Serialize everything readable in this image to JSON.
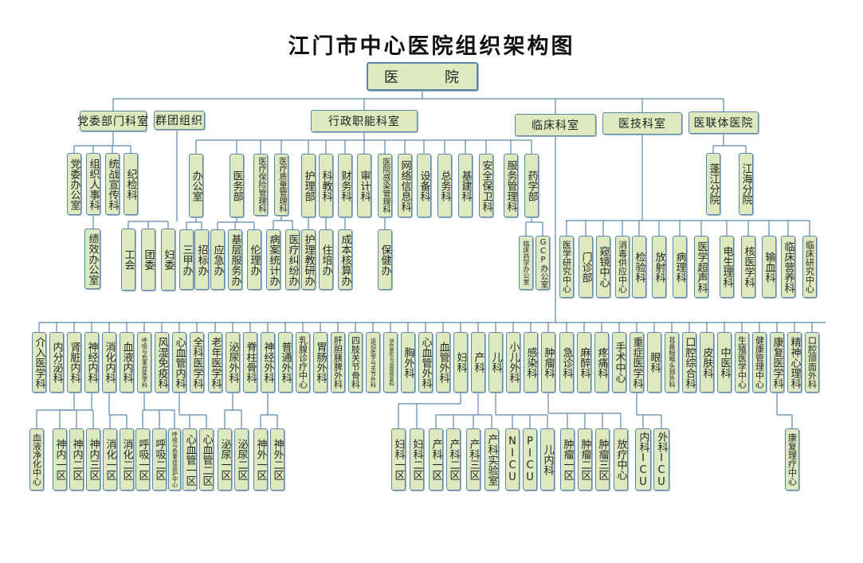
{
  "title": "江门市中心医院组织架构图",
  "root": "医　院",
  "colors": {
    "box_fill": "#dfe9c0",
    "box_border": "#5b87a8",
    "line": "#5b87a8"
  },
  "level1": [
    {
      "key": "party",
      "label": "党委部门科室"
    },
    {
      "key": "mass",
      "label": "群团组织"
    },
    {
      "key": "admin",
      "label": "行政职能科室"
    },
    {
      "key": "clin",
      "label": "临床科室"
    },
    {
      "key": "tech",
      "label": "医技科室"
    },
    {
      "key": "union",
      "label": "医联体医院"
    }
  ],
  "party": [
    "党委办公室",
    "组织人事科",
    "统战宣传科",
    "纪检科"
  ],
  "party_sub": [
    "绩效办公室"
  ],
  "mass": [
    "工会",
    "团委",
    "妇委"
  ],
  "admin": [
    "办公室",
    "医务部",
    "医疗保险管理科",
    "医疗质量管理科",
    "护理部",
    "科教科",
    "财务科",
    "审计科",
    "医院感染管理科",
    "网络信息科",
    "设备科",
    "总务科",
    "基建科",
    "安全保卫科",
    "服务管理科",
    "药学部"
  ],
  "office_sub": [
    "三甲办",
    "招标办"
  ],
  "medical_sub": [
    "应急办",
    "基层服务办",
    "伦理办"
  ],
  "quality_sub": [
    "病案统计办",
    "医疗纠纷办"
  ],
  "nursing_sub": [
    "护理教研办"
  ],
  "sci_sub": [
    "住培办"
  ],
  "finance_sub": [
    "成本核算办"
  ],
  "infection_sub": [
    "保健办"
  ],
  "pharm_sub": [
    "临床药学办公室",
    "GCP办公室"
  ],
  "union_hosp": [
    "蓬江分院",
    "江海分院"
  ],
  "tech": [
    "医学研究中心",
    "门诊部",
    "窥镜中心",
    "消毒供应中心",
    "检验科",
    "放射科",
    "病理科",
    "医学超声科",
    "电生理科",
    "核医学科",
    "输血科",
    "临床营养科",
    "临床研究中心"
  ],
  "clinical": [
    "介入医学科",
    "内分泌科",
    "肾脏内科",
    "神经内科",
    "消化内科",
    "血液内科",
    "呼吸与危重症医学科",
    "风湿免疫科",
    "心血管内科",
    "全科医学科",
    "老年医学科",
    "泌尿外科",
    "脊柱骨科",
    "神经外科",
    "普通外科",
    "乳腺诊疗中心",
    "胃肠外科",
    "肝胆胰脾外科",
    "四肢关节骨科",
    "运动医学与关节外科",
    "烧伤整形与创面修复科",
    "胸外科",
    "心血管外科",
    "血管外科",
    "妇科",
    "产科",
    "儿科",
    "小儿外科",
    "感染科",
    "肿瘤科",
    "急诊科",
    "麻醉科",
    "疼痛科",
    "手术中心",
    "重症医学科",
    "眼科",
    "耳鼻咽喉头颈外科",
    "口腔综合科",
    "皮肤科",
    "中医科",
    "生殖医学中心",
    "健康管理中心",
    "康复医学科",
    "精神心理科",
    "口腔颌面外科"
  ],
  "clinical_sub": [
    "血液净化中心",
    "神内一区",
    "神内二区",
    "神内三区",
    "消化一区",
    "消化二区",
    "呼吸一区",
    "呼吸二区",
    "呼吸与危重症监护中心",
    "心血管一区",
    "心血管二区",
    "泌尿一区",
    "泌尿二区",
    "神外一区",
    "神外二区",
    "妇科一区",
    "妇科二区",
    "产科一区",
    "产科二区",
    "产科三区",
    "产科实验室",
    "NICU",
    "PICU",
    "儿内科",
    "肿瘤一区",
    "肿瘤二区",
    "肿瘤三区",
    "放疗中心",
    "内科ICU",
    "外科ICU",
    "康复理疗中心"
  ]
}
